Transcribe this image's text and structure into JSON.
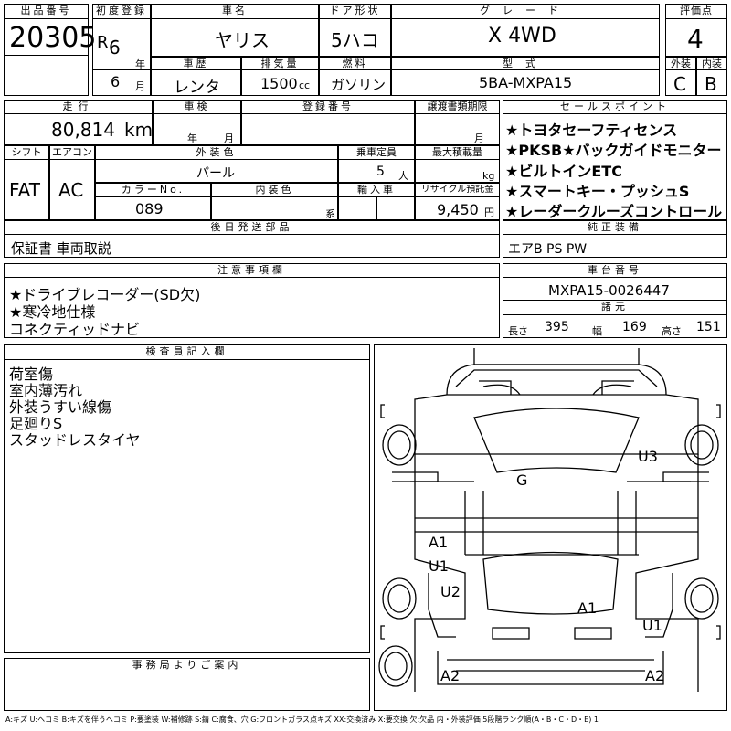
{
  "header": {
    "lot_no_label": "出品番号",
    "lot_no": "20305",
    "first_reg_label": "初度登録",
    "era": "R",
    "year": "6",
    "year_unit": "年",
    "month": "6",
    "month_unit": "月",
    "name_label": "車名",
    "name": "ヤリス",
    "door_label": "ドア形状",
    "door": "5ハコ",
    "grade_label": "グレード",
    "grade": "X 4WD",
    "score_label": "評価点",
    "score": "4",
    "history_label": "車歴",
    "history": "レンタ",
    "displacement_label": "排気量",
    "displacement": "1500",
    "displacement_unit": "cc",
    "fuel_label": "燃料",
    "fuel": "ガソリン",
    "model_label": "型式",
    "model": "5BA-MXPA15",
    "exterior_label": "外装",
    "exterior": "C",
    "interior_label": "内装",
    "interior": "B"
  },
  "mid": {
    "mileage_label": "走行",
    "mileage": "80,814",
    "mileage_unit": "km",
    "inspection_label": "車検",
    "year_unit": "年",
    "month_unit": "月",
    "plate_label": "登録番号",
    "plate": "",
    "transfer_label": "譲渡書類期限",
    "shift_label": "シフト",
    "shift": "FAT",
    "ac_label": "エアコン",
    "ac": "AC",
    "color_label": "外装色",
    "color": "パール",
    "capacity_label": "乗車定員",
    "capacity": "5",
    "capacity_unit": "人",
    "load_label": "最大積載量",
    "load_unit": "kg",
    "color_no_label": "カラーNo.",
    "color_no": "089",
    "int_color_label": "内装色",
    "int_color_unit": "系",
    "import_label": "輸入車",
    "recycle_label": "リサイクル預託金",
    "recycle": "9,450",
    "recycle_unit": "円",
    "later_parts_label": "後日発送部品",
    "later_parts": "保証書 車両取説"
  },
  "sales": {
    "label": "セールスポイント",
    "items": [
      "★トヨタセーフティセンス",
      "★PKSB★バックガイドモニター",
      "★ビルトインETC",
      "★スマートキー・プッシュS",
      "★レーダークルーズコントロール"
    ]
  },
  "equipment": {
    "label": "純正装備",
    "value": "エアB PS PW"
  },
  "notes": {
    "label": "注意事項欄",
    "items": [
      "★ドライブレコーダー(SD欠)",
      "★寒冷地仕様",
      "コネクティッドナビ"
    ]
  },
  "chassis": {
    "label": "車台番号",
    "value": "MXPA15-0026447",
    "spec_label": "諸元",
    "length_label": "長さ",
    "length": "395",
    "width_label": "幅",
    "width": "169",
    "height_label": "高さ",
    "height": "151"
  },
  "inspector": {
    "label": "検査員記入欄",
    "items": [
      "荷室傷",
      "室内薄汚れ",
      "外装うすい線傷",
      "足廻りS",
      "スタッドレスタイヤ"
    ]
  },
  "office": {
    "label": "事務局よりご案内",
    "value": ""
  },
  "diagram": {
    "marks": [
      "G",
      "U3",
      "A1",
      "U1",
      "U2",
      "A1",
      "U1",
      "A2",
      "A2"
    ]
  },
  "legend": "A:キズ U:ヘコミ B:キズを伴うヘコミ P:要塗装 W:補修跡 S:錆 C:腐食、穴 G:フロントガラス点キズ XX:交換済み X:要交換 欠:欠品 内・外装評価 5段階ランク順(A・B・C・D・E) 1"
}
